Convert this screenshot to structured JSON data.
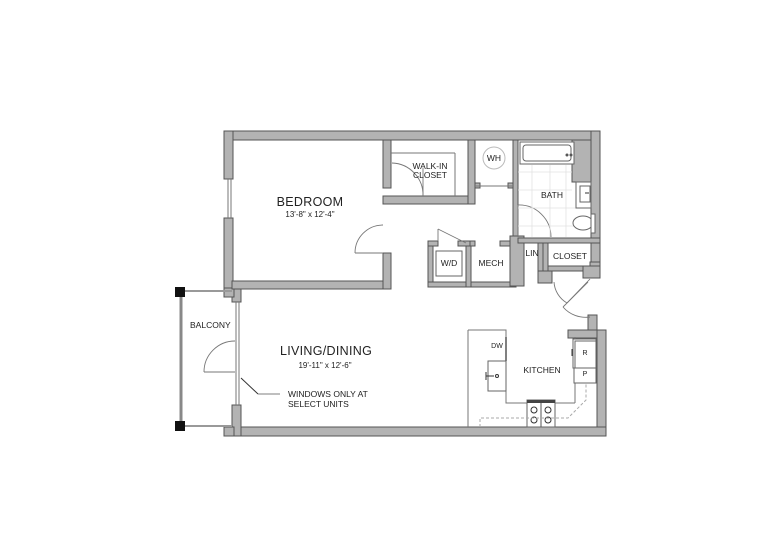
{
  "plan": {
    "rooms": {
      "bedroom": {
        "name": "BEDROOM",
        "dims": "13'-8\" x 12'-4\""
      },
      "living": {
        "name": "LIVING/DINING",
        "dims": "19'-11\" x 12'-6\""
      },
      "walk_in_closet": {
        "name_line1": "WALK-IN",
        "name_line2": "CLOSET"
      },
      "water_heater": {
        "name": "WH"
      },
      "bath": {
        "name": "BATH"
      },
      "washer_dryer": {
        "name": "W/D"
      },
      "mech": {
        "name": "MECH"
      },
      "linen": {
        "name": "LIN"
      },
      "closet": {
        "name": "CLOSET"
      },
      "balcony": {
        "name": "BALCONY"
      },
      "kitchen": {
        "name": "KITCHEN",
        "dishwasher": "DW",
        "refrigerator": "R",
        "pantry": "P"
      }
    },
    "note": {
      "line1": "WINDOWS ONLY AT",
      "line2": "SELECT UNITS"
    },
    "colors": {
      "wall_fill": "#b3b3b3",
      "wall_outline": "#555555",
      "background": "#ffffff"
    }
  }
}
